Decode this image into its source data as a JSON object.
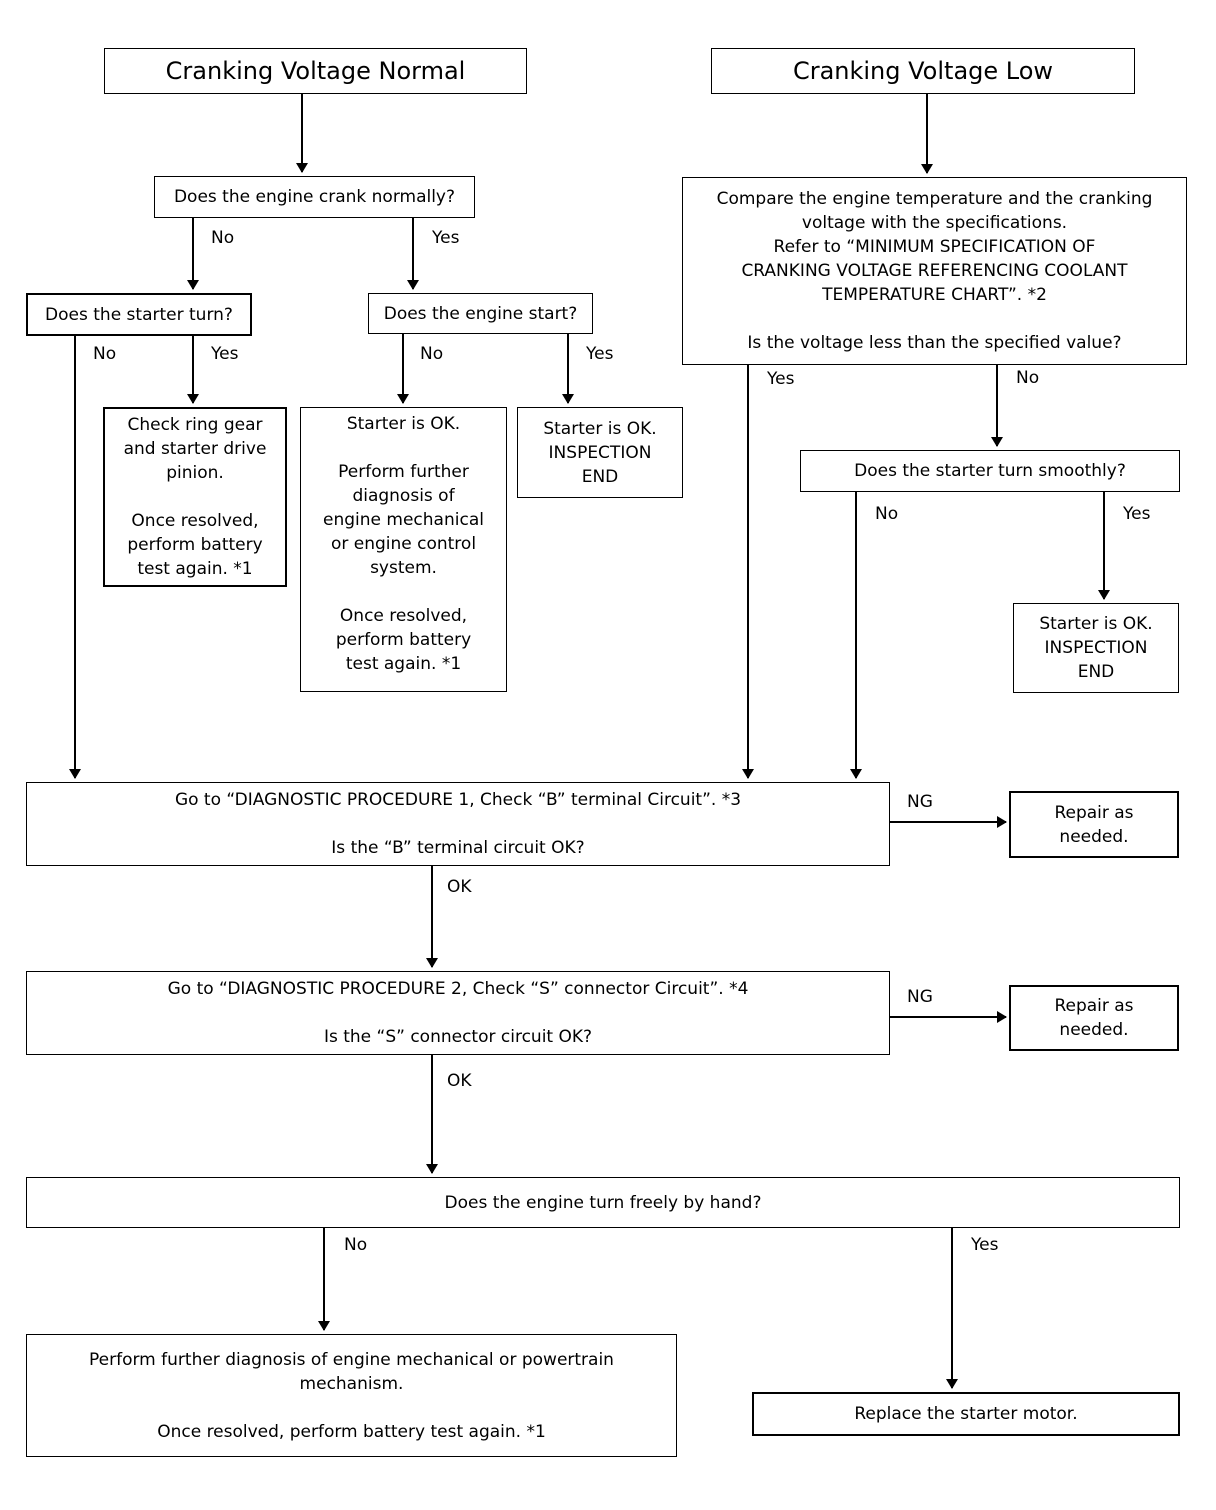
{
  "nodes": {
    "cv_normal": "Cranking Voltage Normal",
    "cv_low": "Cranking Voltage Low",
    "crank_normally": "Does the engine crank normally?",
    "compare_temp": "Compare the engine temperature and the cranking\nvoltage with the specifications.\nRefer to “MINIMUM SPECIFICATION OF\nCRANKING VOLTAGE REFERENCING COOLANT\nTEMPERATURE CHART”. *2\n\nIs the voltage less than the specified value?",
    "starter_turn": "Does the starter turn?",
    "engine_start": "Does the engine start?",
    "check_ring": "Check ring gear\nand starter drive\npinion.\n\nOnce resolved,\nperform battery\ntest again. *1",
    "starter_ok_further": "Starter is OK.\n\nPerform further\ndiagnosis of\nengine mechanical\nor engine control\nsystem.\n\nOnce resolved,\nperform battery\ntest again. *1",
    "starter_ok_end1": "Starter is OK.\nINSPECTION\nEND",
    "starter_smooth": "Does the starter turn smoothly?",
    "starter_ok_end2": "Starter is OK.\nINSPECTION\nEND",
    "diag1": "Go to “DIAGNOSTIC PROCEDURE 1, Check “B” terminal Circuit”. *3\n\nIs the “B” terminal circuit OK?",
    "repair1": "Repair as\nneeded.",
    "diag2": "Go to “DIAGNOSTIC PROCEDURE 2, Check “S” connector Circuit”. *4\n\nIs the “S” connector circuit OK?",
    "repair2": "Repair as\nneeded.",
    "turn_freely": "Does the engine turn freely by hand?",
    "further_powertrain": "Perform further diagnosis of engine mechanical or powertrain\nmechanism.\n\nOnce resolved, perform battery test again. *1",
    "replace_starter": "Replace the starter motor."
  },
  "labels": {
    "crank_no": "No",
    "crank_yes": "Yes",
    "starter_no": "No",
    "starter_yes": "Yes",
    "start_no": "No",
    "start_yes": "Yes",
    "low_yes": "Yes",
    "low_no": "No",
    "smooth_no": "No",
    "smooth_yes": "Yes",
    "diag1_ng": "NG",
    "diag1_ok": "OK",
    "diag2_ng": "NG",
    "diag2_ok": "OK",
    "freely_no": "No",
    "freely_yes": "Yes"
  }
}
